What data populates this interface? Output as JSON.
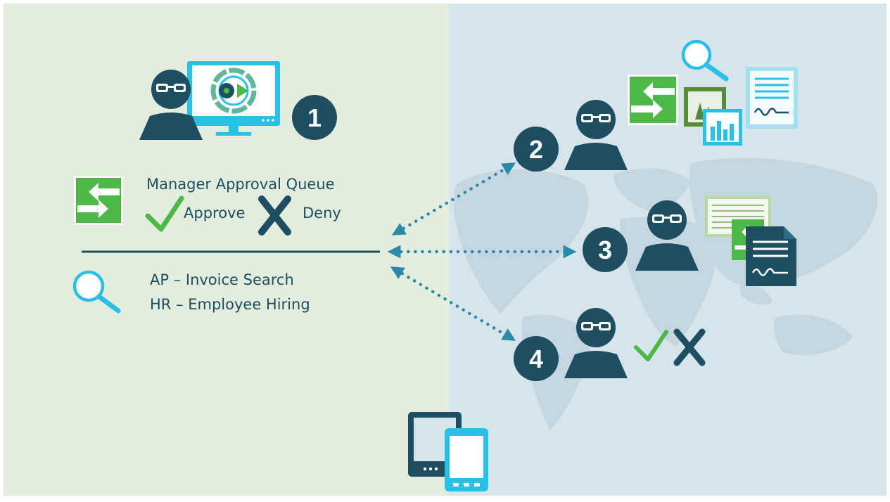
{
  "steps": [
    "1",
    "2",
    "3",
    "4"
  ],
  "queue": {
    "title": "Manager Approval Queue",
    "approve_label": "Approve",
    "deny_label": "Deny"
  },
  "searches": [
    "AP – Invoice Search",
    "HR – Employee Hiring"
  ],
  "colors": {
    "left_panel": "#e4ecdd",
    "right_panel": "#d7e4ea",
    "map": "#c5d6df",
    "navy": "#1d4f61",
    "teal_arrow": "#2a8aa7",
    "green": "#4db848",
    "cyan": "#29c0e6"
  }
}
